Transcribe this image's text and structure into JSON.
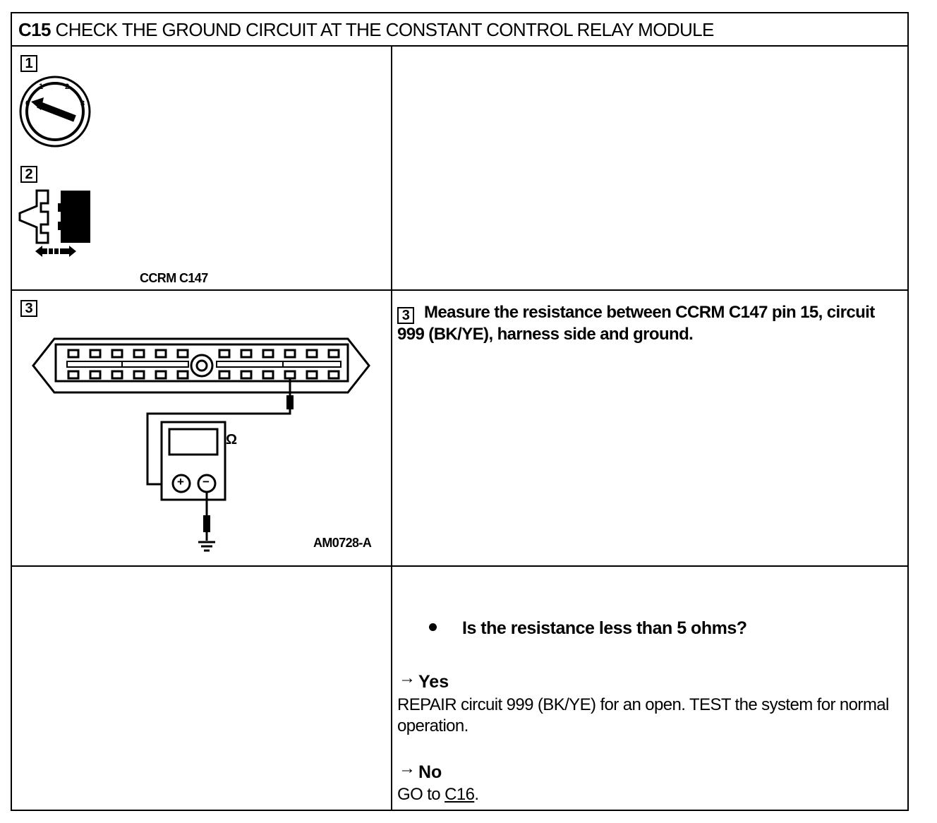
{
  "header": {
    "step_code": "C15",
    "title": "CHECK THE GROUND CIRCUIT AT THE CONSTANT CONTROL RELAY MODULE"
  },
  "steps": {
    "step1": {
      "number": "1",
      "icon": "ignition-key-off-icon"
    },
    "step2": {
      "number": "2",
      "icon": "disconnect-connector-icon",
      "caption": "CCRM C147"
    },
    "step3": {
      "number": "3",
      "icon": "ohmmeter-connector-diagram",
      "figure_id": "AM0728-A"
    }
  },
  "instruction": {
    "number": "3",
    "text": "Measure the resistance between CCRM C147 pin 15, circuit 999 (BK/YE), harness side and ground."
  },
  "question": {
    "text": "Is the resistance less than 5 ohms?"
  },
  "answers": {
    "yes": {
      "label": "Yes",
      "text": "REPAIR circuit 999 (BK/YE) for an open. TEST the system for normal operation."
    },
    "no": {
      "label": "No",
      "prefix": "GO to ",
      "link_text": "C16",
      "suffix": "."
    }
  },
  "meter": {
    "symbol": "Ω",
    "plus": "+",
    "minus": "−"
  }
}
